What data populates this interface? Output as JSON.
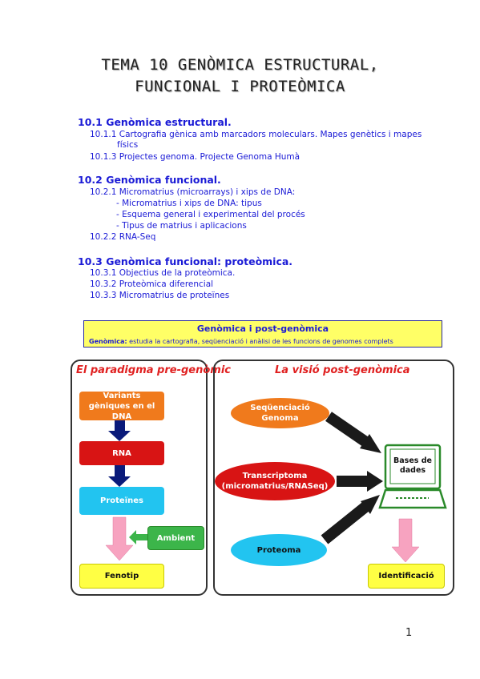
{
  "title_line1": "TEMA 10 GENÒMICA ESTRUCTURAL,",
  "title_line2": "FUNCIONAL I PROTEÒMICA",
  "sections": [
    {
      "heading": "10.1 Genòmica estructural.",
      "items": [
        "10.1.1 Cartografia gènica amb marcadors moleculars. Mapes genètics i mapes",
        "físics",
        "10.1.3 Projectes genoma. Projecte Genoma Humà"
      ]
    },
    {
      "heading": "10.2 Genòmica funcional.",
      "items": [
        "10.2.1 Micromatrius (microarrays) i xips de DNA:",
        "- Micromatrius i xips de DNA: tipus",
        "- Esquema general i experimental del procés",
        "- Tipus de matrius i aplicacions",
        "10.2.2 RNA-Seq"
      ]
    },
    {
      "heading": "10.3 Genòmica funcional: proteòmica.",
      "items": [
        "10.3.1 Objectius de la proteòmica.",
        "10.3.2 Proteòmica diferencial",
        "10.3.3 Micromatrius de proteïnes"
      ]
    }
  ],
  "banner": {
    "title": "Genòmica i post-genòmica",
    "term": "Genòmica:",
    "definition": " estudia la cartografia, seqüenciació i anàlisi de les funcions de genomes complets"
  },
  "left_panel": {
    "title": "El paradigma pre-genòmic",
    "boxes": {
      "variants": "Variants gèniques en el DNA",
      "rna": "RNA",
      "proteines": "Proteïnes",
      "ambient": "Ambient",
      "fenotip": "Fenotip"
    }
  },
  "right_panel": {
    "title": "La visió post-genòmica",
    "seq": "Seqüenciació Genoma",
    "transcriptoma": "Transcriptoma (micromatrius/RNASeq)",
    "proteoma": "Proteoma",
    "bases": "Bases de dades",
    "identificacio": "Identificació"
  },
  "page_number": "1",
  "colors": {
    "blue_text": "#1a1ad6",
    "orange": "#f07a1c",
    "red": "#d81414",
    "cyan": "#22c4f0",
    "green": "#3cb54a",
    "yellow": "#ffff44",
    "navy_arrow": "#0a1a7a",
    "pink_arrow": "#f7a3c0"
  }
}
